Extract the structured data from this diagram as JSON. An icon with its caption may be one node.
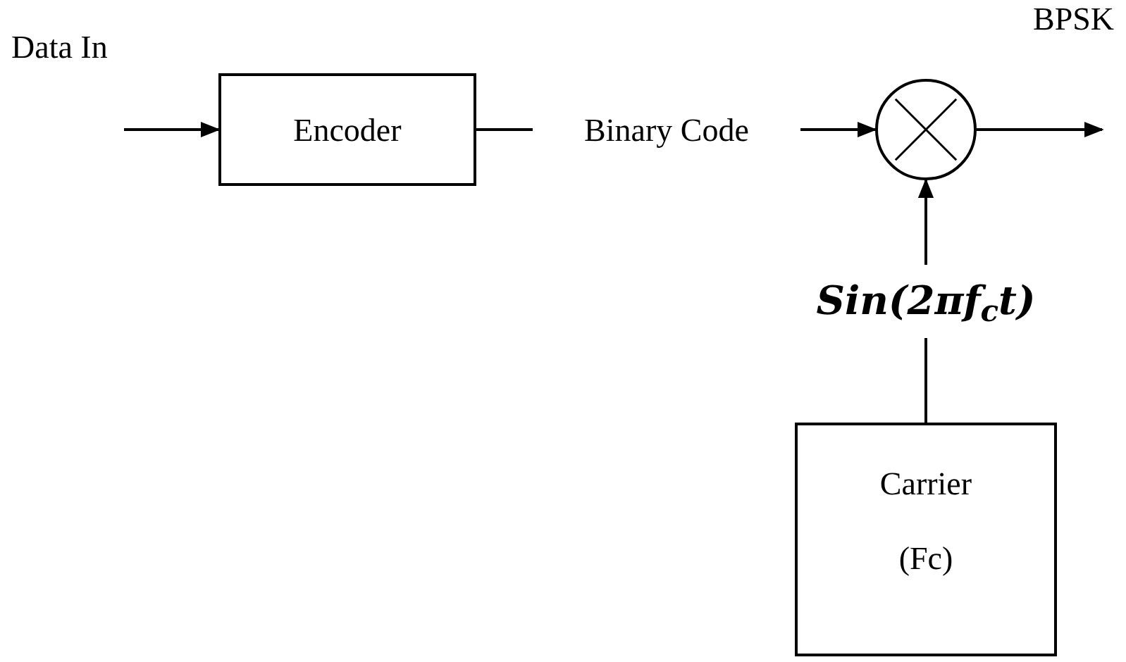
{
  "diagram": {
    "nodes": [
      {
        "text": [
          "Encoder"
        ]
      },
      {
        "text": [
          "Binary Code"
        ]
      },
      {
        "text": [],
        "shape": "circle"
      },
      {
        "text": [
          "Carrier",
          "(Fc)"
        ]
      }
    ],
    "edges": [
      {
        "from": null,
        "to": 0,
        "arrow": "to"
      },
      {
        "from": 0,
        "to": 1,
        "arrow": "none"
      },
      {
        "from": 1,
        "to": 2,
        "arrow": "to"
      },
      {
        "from": 2,
        "to": null,
        "arrow": "to"
      },
      {
        "from": 3,
        "to": 2,
        "arrow": "to",
        "label": "Sin(2πf$_{c}$t)"
      }
    ],
    "labels": [
      "Data In",
      "BPSK"
    ]
  }
}
